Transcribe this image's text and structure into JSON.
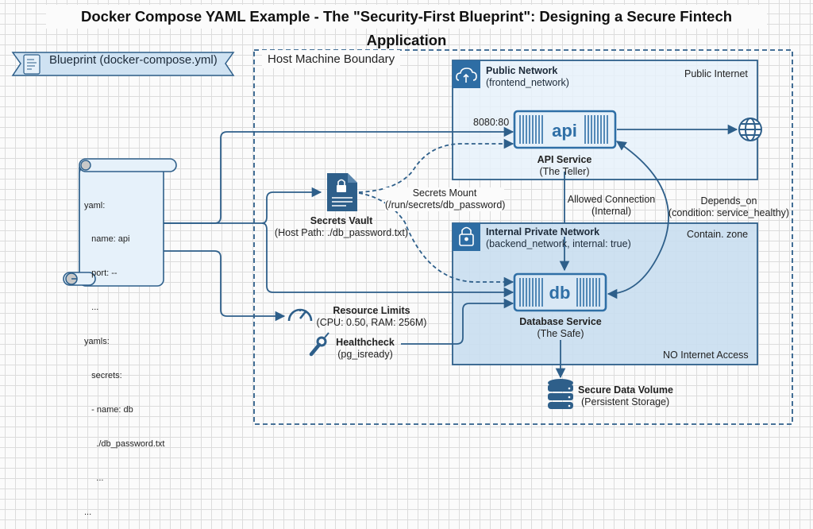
{
  "title": "Docker Compose YAML Example - The \"Security-First Blueprint\": Designing a Secure Fintech Application",
  "blueprint_banner": {
    "label": "Blueprint (docker-compose.yml)",
    "icon": "scroll-icon"
  },
  "host_boundary": {
    "label": "Host Machine Boundary"
  },
  "yaml_scroll": {
    "lines": [
      "yaml:",
      "   name: api",
      "   port: --",
      "   ...",
      "yamls:",
      "   secrets:",
      "   - name: db",
      "     ./db_password.txt",
      "     ...",
      "..."
    ]
  },
  "public_network": {
    "title": "Public Network",
    "subtitle": "(frontend_network)",
    "corner_label": "Public Internet",
    "icon": "cloud-upload-icon"
  },
  "private_network": {
    "title": "Internal Private Network",
    "subtitle": "(backend_network, internal: true)",
    "corner_label": "Contain. zone",
    "bottom_label": "NO Internet Access",
    "icon": "lock-icon"
  },
  "api_service": {
    "box_text": "api",
    "title": "API Service",
    "subtitle": "(The Teller)",
    "port_mapping": "8080:80"
  },
  "db_service": {
    "box_text": "db",
    "title": "Database Service",
    "subtitle": "(The Safe)"
  },
  "secrets_vault": {
    "title": "Secrets Vault",
    "subtitle": "(Host Path: ./db_password.txt)",
    "icon": "locked-document-icon"
  },
  "secrets_mount": {
    "title": "Secrets Mount",
    "subtitle": "(/run/secrets/db_password)"
  },
  "allowed_connection": {
    "title": "Allowed Connection",
    "subtitle": "(Internal)"
  },
  "depends_on": {
    "title": "Depends_on",
    "subtitle": "(condition: service_healthy)"
  },
  "resource_limits": {
    "title": "Resource Limits",
    "subtitle": "(CPU: 0.50, RAM: 256M)",
    "icon": "gauge-icon"
  },
  "healthcheck": {
    "title": "Healthcheck",
    "subtitle": "(pg_isready)",
    "icon": "wrench-icon"
  },
  "data_volume": {
    "title": "Secure Data Volume",
    "subtitle": "(Persistent Storage)",
    "icon": "database-icon"
  },
  "internet": {
    "icon": "globe-icon"
  },
  "colors": {
    "primary": "#2e5f8a",
    "accent_blue": "#2f6fa6",
    "public_fill": "#e6f1fa",
    "private_fill": "#c9def0",
    "ribbon_fill": "#cfe2f2"
  }
}
